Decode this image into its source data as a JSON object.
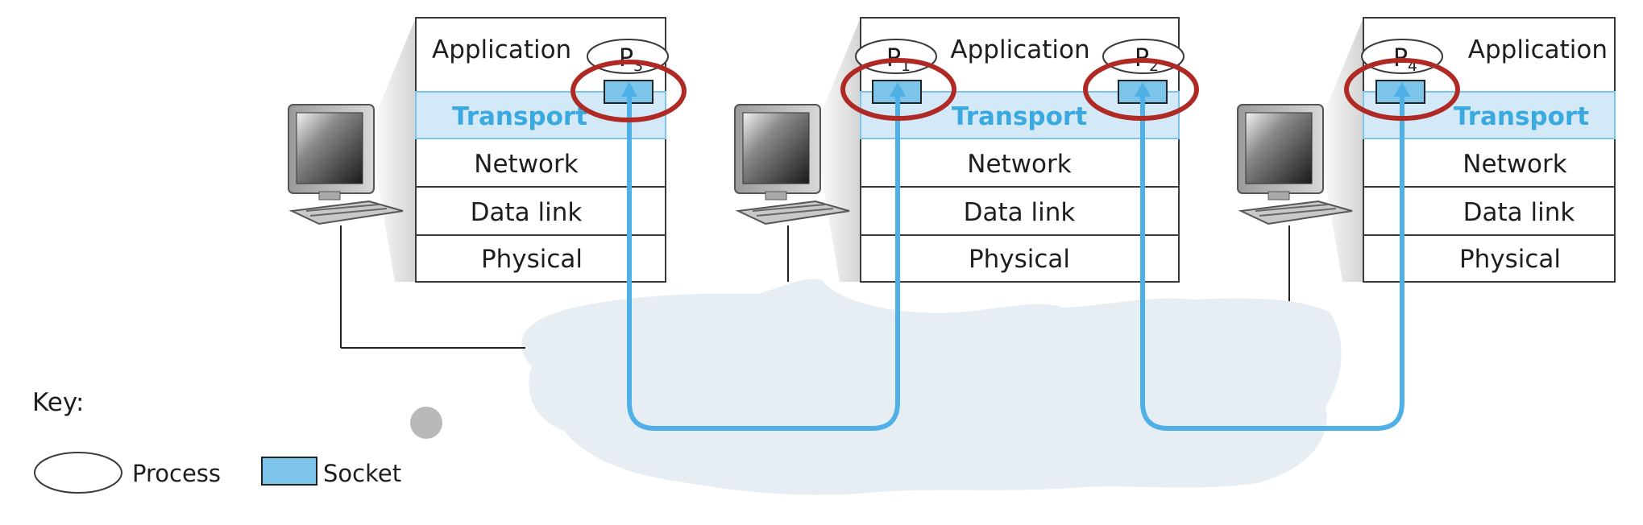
{
  "hosts": [
    {
      "layers": {
        "application": "Application",
        "transport": "Transport",
        "network": "Network",
        "datalink": "Data link",
        "physical": "Physical"
      },
      "processes": [
        {
          "letter": "P",
          "sub": "3"
        }
      ]
    },
    {
      "layers": {
        "application": "Application",
        "transport": "Transport",
        "network": "Network",
        "datalink": "Data link",
        "physical": "Physical"
      },
      "processes": [
        {
          "letter": "P",
          "sub": "1"
        },
        {
          "letter": "P",
          "sub": "2"
        }
      ]
    },
    {
      "layers": {
        "application": "Application",
        "transport": "Transport",
        "network": "Network",
        "datalink": "Data link",
        "physical": "Physical"
      },
      "processes": [
        {
          "letter": "P",
          "sub": "4"
        }
      ]
    }
  ],
  "key": {
    "title": "Key:",
    "process_label": "Process",
    "socket_label": "Socket"
  },
  "colors": {
    "transport_band": "#d3e9f7",
    "transport_text": "#39a9e0",
    "socket_fill": "#7cc4ea",
    "connection_line": "#4eb0e6",
    "highlight_circle": "#b02a25",
    "network_cloud": "#e6edf3",
    "box_border": "#3a3a3a"
  }
}
